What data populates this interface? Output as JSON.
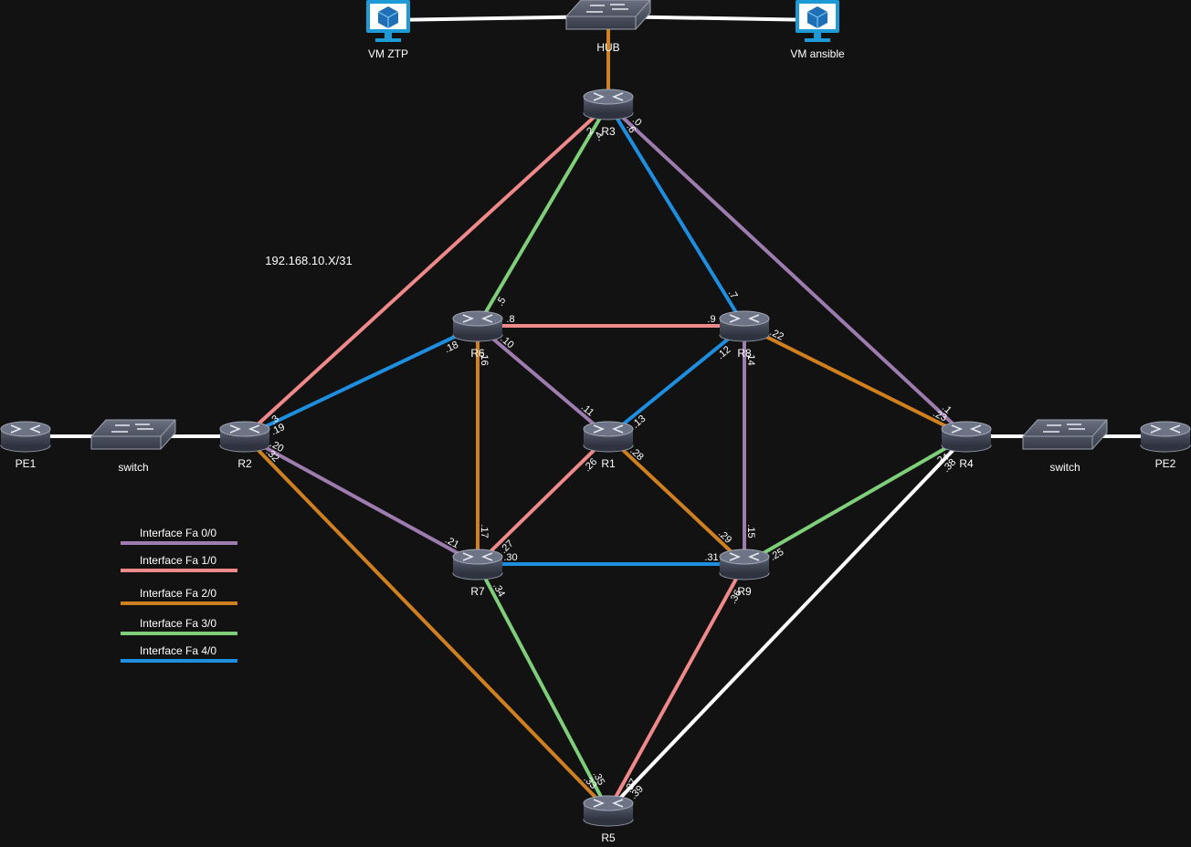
{
  "colors": {
    "fa0_0": "#9e7cb0",
    "fa1_0": "#f08a8a",
    "fa2_0": "#d0801f",
    "fa3_0": "#7fcf7a",
    "fa4_0": "#1e8fe0",
    "plain": "#ffffff",
    "background": "#121212"
  },
  "subnet_label": "192.168.10.X/31",
  "legend": [
    {
      "label": "Interface Fa 0/0",
      "color": "fa0_0"
    },
    {
      "label": "Interface Fa 1/0",
      "color": "fa1_0"
    },
    {
      "label": "Interface Fa 2/0",
      "color": "fa2_0"
    },
    {
      "label": "Interface Fa 3/0",
      "color": "fa3_0"
    },
    {
      "label": "Interface Fa 4/0",
      "color": "fa4_0"
    }
  ],
  "nodes": [
    {
      "id": "HUB",
      "label": "HUB",
      "kind": "switch-icon"
    },
    {
      "id": "VMZTP",
      "label": "VM ZTP",
      "kind": "vm-icon"
    },
    {
      "id": "VMANS",
      "label": "VM ansible",
      "kind": "vm-icon"
    },
    {
      "id": "R3",
      "label": "R3",
      "kind": "router-icon"
    },
    {
      "id": "R6",
      "label": "R6",
      "kind": "router-icon"
    },
    {
      "id": "R8",
      "label": "R8",
      "kind": "router-icon"
    },
    {
      "id": "R2",
      "label": "R2",
      "kind": "router-icon"
    },
    {
      "id": "R1",
      "label": "R1",
      "kind": "router-icon"
    },
    {
      "id": "R4",
      "label": "R4",
      "kind": "router-icon"
    },
    {
      "id": "R7",
      "label": "R7",
      "kind": "router-icon"
    },
    {
      "id": "R9",
      "label": "R9",
      "kind": "router-icon"
    },
    {
      "id": "R5",
      "label": "R5",
      "kind": "router-icon"
    },
    {
      "id": "PE1",
      "label": "PE1",
      "kind": "router-icon"
    },
    {
      "id": "PE2",
      "label": "PE2",
      "kind": "router-icon"
    },
    {
      "id": "SW1",
      "label": "switch",
      "kind": "switch-icon"
    },
    {
      "id": "SW2",
      "label": "switch",
      "kind": "switch-icon"
    }
  ],
  "links": [
    {
      "a": "VMZTP",
      "b": "HUB",
      "color": "plain"
    },
    {
      "a": "HUB",
      "b": "VMANS",
      "color": "plain"
    },
    {
      "a": "HUB",
      "b": "R3",
      "color": "fa2_0"
    },
    {
      "a": "R3",
      "b": "R2",
      "color": "fa1_0",
      "ipa": ".2",
      "ipb": ".3"
    },
    {
      "a": "R3",
      "b": "R6",
      "color": "fa3_0",
      "ipa": ".4",
      "ipb": ".5"
    },
    {
      "a": "R3",
      "b": "R8",
      "color": "fa4_0",
      "ipa": ".6",
      "ipb": ".7"
    },
    {
      "a": "R3",
      "b": "R4",
      "color": "fa0_0",
      "ipa": ".0",
      "ipb": ".1"
    },
    {
      "a": "R6",
      "b": "R8",
      "color": "fa1_0",
      "ipa": ".8",
      "ipb": ".9"
    },
    {
      "a": "R6",
      "b": "R1",
      "color": "fa0_0",
      "ipa": ".10",
      "ipb": ".11"
    },
    {
      "a": "R8",
      "b": "R1",
      "color": "fa4_0",
      "ipa": ".12",
      "ipb": ".13"
    },
    {
      "a": "R8",
      "b": "R9",
      "color": "fa0_0",
      "ipa": ".14",
      "ipb": ".15"
    },
    {
      "a": "R6",
      "b": "R7",
      "color": "fa2_0",
      "ipa": ".16",
      "ipb": ".17"
    },
    {
      "a": "R6",
      "b": "R2",
      "color": "fa4_0",
      "ipa": ".18",
      "ipb": ".19"
    },
    {
      "a": "R2",
      "b": "R7",
      "color": "fa0_0",
      "ipa": ".20",
      "ipb": ".21"
    },
    {
      "a": "R8",
      "b": "R4",
      "color": "fa2_0",
      "ipa": ".22",
      "ipb": ".23"
    },
    {
      "a": "R4",
      "b": "R9",
      "color": "fa3_0",
      "ipa": ".24",
      "ipb": ".25"
    },
    {
      "a": "R1",
      "b": "R7",
      "color": "fa1_0",
      "ipa": ".26",
      "ipb": ".27"
    },
    {
      "a": "R1",
      "b": "R9",
      "color": "fa2_0",
      "ipa": ".28",
      "ipb": ".29"
    },
    {
      "a": "R7",
      "b": "R9",
      "color": "fa4_0",
      "ipa": ".30",
      "ipb": ".31"
    },
    {
      "a": "R2",
      "b": "R5",
      "color": "fa2_0",
      "ipa": ".32",
      "ipb": ".33"
    },
    {
      "a": "R7",
      "b": "R5",
      "color": "fa3_0",
      "ipa": ".34",
      "ipb": ".35"
    },
    {
      "a": "R9",
      "b": "R5",
      "color": "fa1_0",
      "ipa": ".36",
      "ipb": ".37"
    },
    {
      "a": "R4",
      "b": "R5",
      "color": "plain",
      "ipa": ".38",
      "ipb": ".39"
    },
    {
      "a": "PE1",
      "b": "SW1",
      "color": "plain"
    },
    {
      "a": "SW1",
      "b": "R2",
      "color": "plain"
    },
    {
      "a": "R4",
      "b": "SW2",
      "color": "plain"
    },
    {
      "a": "SW2",
      "b": "PE2",
      "color": "plain"
    }
  ]
}
